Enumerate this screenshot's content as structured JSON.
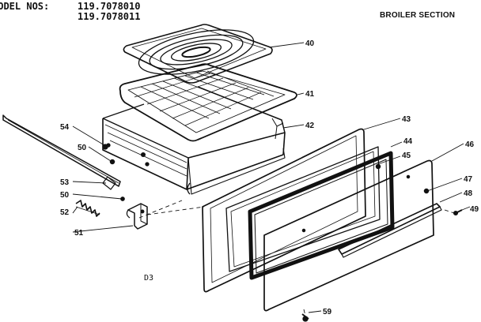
{
  "header": {
    "model_label": "MODEL NOS:",
    "model_numbers": [
      "119.7078010",
      "119.7078011"
    ],
    "section_title": "BROILER SECTION"
  },
  "figure_code": "D3",
  "callouts": [
    "40",
    "41",
    "42",
    "43",
    "44",
    "45",
    "46",
    "47",
    "48",
    "49",
    "50",
    "51",
    "52",
    "53",
    "54",
    "50",
    "59"
  ],
  "colors": {
    "ink": "#111111",
    "paper": "#ffffff"
  }
}
